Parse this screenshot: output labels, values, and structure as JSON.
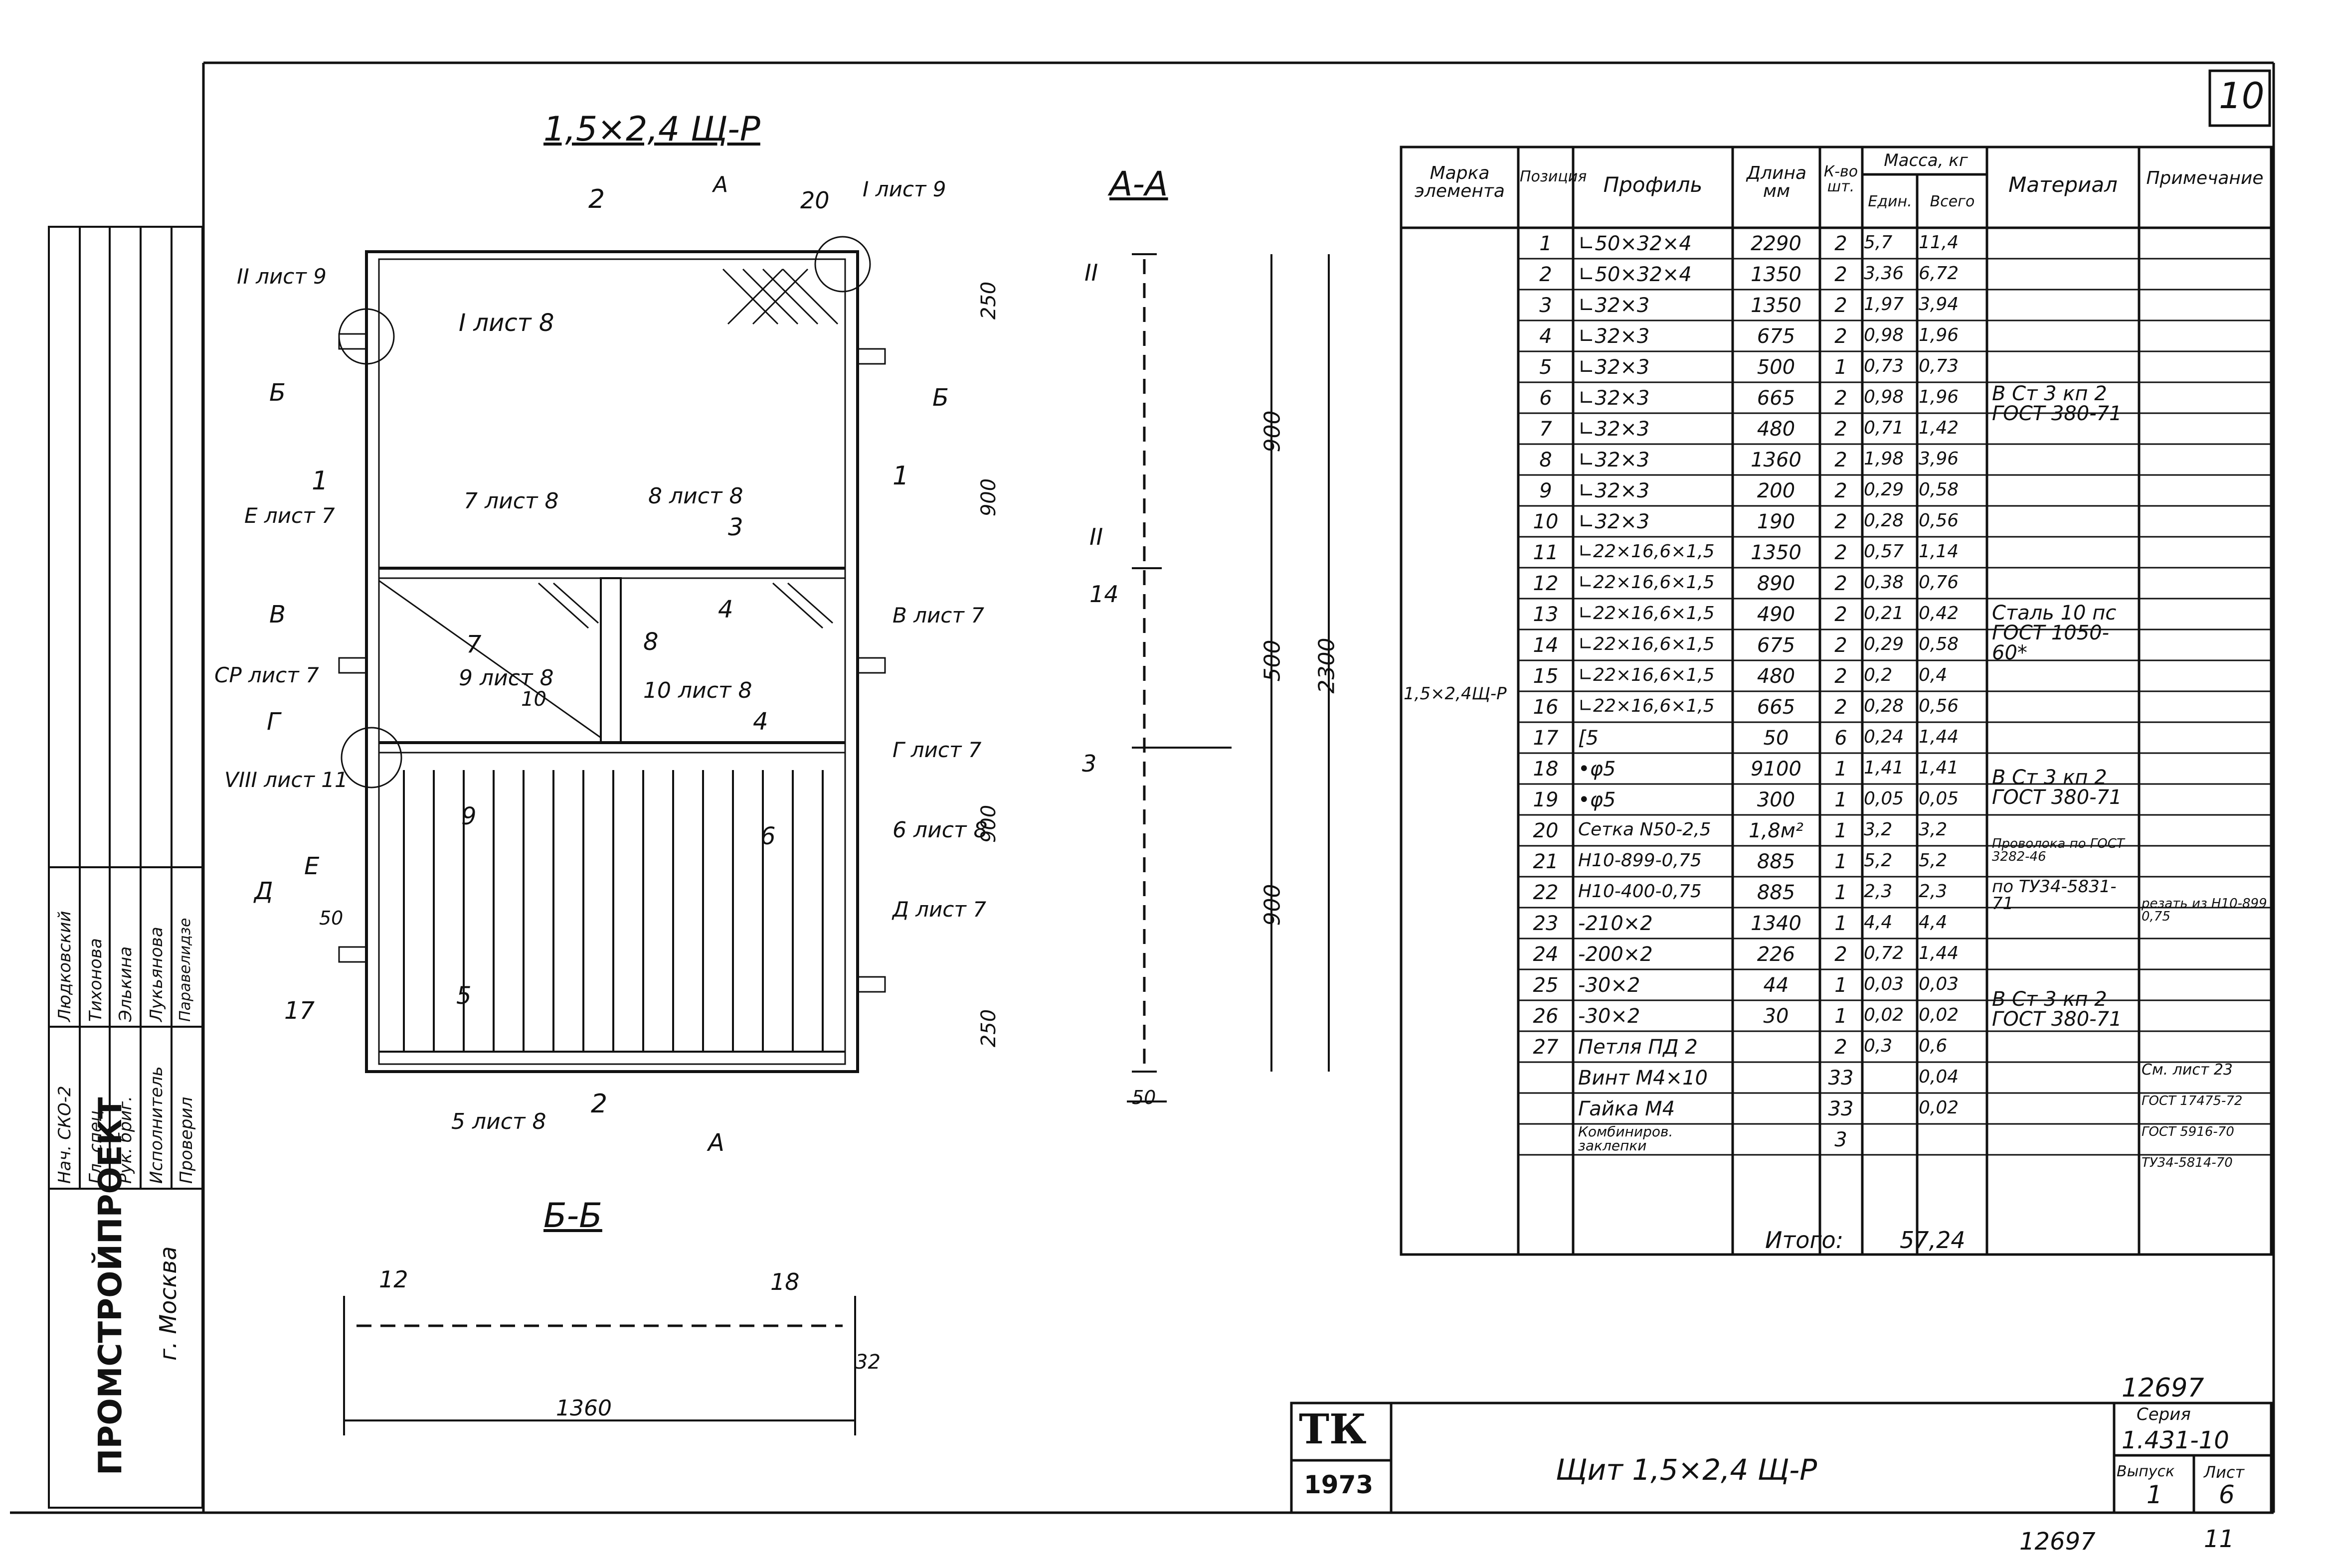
{
  "sheet": {
    "page_number": "10",
    "drawing_title": "1,5×2,4 Щ-Р",
    "title_block": {
      "logo_tk": "ТК",
      "year": "1973",
      "name": "Щит 1,5×2,4 Щ-Р",
      "doc_number": "12697",
      "series_label": "Серия",
      "series_value": "1.431-10",
      "issue_label": "Выпуск",
      "issue_value": "1",
      "sheet_label": "Лист",
      "sheet_value": "6",
      "bottom_number": "12697",
      "bottom_sheet": "11"
    },
    "org": {
      "name": "ПРОМСТРОЙПРОЕКТ",
      "city": "г. Москва"
    },
    "signatures": {
      "roles": [
        "Нач. СКО-2",
        "Гл. спец.",
        "Рук. бриг.",
        "Исполнитель",
        "Проверил"
      ],
      "names": [
        "Людковский",
        "Тихонова",
        "Элькина",
        "Лукьянова",
        "Паравелидзе"
      ]
    },
    "views": {
      "section_aa": "А-А",
      "section_bb": "Б-Б"
    },
    "front_view": {
      "section_marks": [
        "I",
        "А",
        "Б",
        "Б",
        "В",
        "В",
        "Г",
        "Г",
        "Д",
        "Д",
        "Е",
        "Е",
        "А"
      ],
      "callouts": [
        {
          "text": "I лист 9",
          "id": "c1"
        },
        {
          "text": "II лист 9",
          "id": "c2"
        },
        {
          "text": "I лист 8",
          "id": "c3"
        },
        {
          "text": "Е лист 7",
          "id": "c4"
        },
        {
          "text": "7 лист 8",
          "id": "c5"
        },
        {
          "text": "8 лист 8",
          "id": "c6"
        },
        {
          "text": "В лист 7",
          "id": "c7"
        },
        {
          "text": "СР лист 7",
          "id": "c8"
        },
        {
          "text": "9 лист 8",
          "id": "c9"
        },
        {
          "text": "10 лист 8",
          "id": "c10"
        },
        {
          "text": "Г лист 7",
          "id": "c11"
        },
        {
          "text": "VIII лист 11",
          "id": "c12"
        },
        {
          "text": "6 лист 8",
          "id": "c13"
        },
        {
          "text": "Д лист 7",
          "id": "c14"
        },
        {
          "text": "5 лист 8",
          "id": "c15"
        }
      ],
      "positions": [
        "1",
        "1",
        "2",
        "2",
        "3",
        "4",
        "4",
        "5",
        "6",
        "7",
        "5",
        "8",
        "9",
        "10",
        "17",
        "20"
      ],
      "dims_right": [
        "250",
        "900",
        "900",
        "250"
      ],
      "small_dim": "50"
    },
    "section_aa_view": {
      "labels": [
        "II",
        "II",
        "14",
        "3"
      ],
      "dims": [
        "900",
        "500",
        "900",
        "2300"
      ],
      "bottom_dim": "50"
    },
    "section_bb_view": {
      "labels": [
        "12",
        "18"
      ],
      "dims": [
        "1360",
        "32"
      ]
    }
  },
  "spec_table": {
    "headers": {
      "mark": "Марка элемента",
      "pos": "Позиция",
      "profile": "Профиль",
      "length": "Длина мм",
      "qty": "К-во шт.",
      "mass": "Масса, кг",
      "mass_unit": "Един.",
      "mass_total": "Всего",
      "material": "Материал",
      "note": "Примечание"
    },
    "element_mark": "1,5×2,4Щ-Р",
    "rows": [
      {
        "pos": "1",
        "profile": "∟50×32×4",
        "length": "2290",
        "qty": "2",
        "unit": "5,7",
        "total": "11,4"
      },
      {
        "pos": "2",
        "profile": "∟50×32×4",
        "length": "1350",
        "qty": "2",
        "unit": "3,36",
        "total": "6,72"
      },
      {
        "pos": "3",
        "profile": "∟32×3",
        "length": "1350",
        "qty": "2",
        "unit": "1,97",
        "total": "3,94"
      },
      {
        "pos": "4",
        "profile": "∟32×3",
        "length": "675",
        "qty": "2",
        "unit": "0,98",
        "total": "1,96"
      },
      {
        "pos": "5",
        "profile": "∟32×3",
        "length": "500",
        "qty": "1",
        "unit": "0,73",
        "total": "0,73"
      },
      {
        "pos": "6",
        "profile": "∟32×3",
        "length": "665",
        "qty": "2",
        "unit": "0,98",
        "total": "1,96"
      },
      {
        "pos": "7",
        "profile": "∟32×3",
        "length": "480",
        "qty": "2",
        "unit": "0,71",
        "total": "1,42"
      },
      {
        "pos": "8",
        "profile": "∟32×3",
        "length": "1360",
        "qty": "2",
        "unit": "1,98",
        "total": "3,96"
      },
      {
        "pos": "9",
        "profile": "∟32×3",
        "length": "200",
        "qty": "2",
        "unit": "0,29",
        "total": "0,58"
      },
      {
        "pos": "10",
        "profile": "∟32×3",
        "length": "190",
        "qty": "2",
        "unit": "0,28",
        "total": "0,56"
      },
      {
        "pos": "11",
        "profile": "∟22×16,6×1,5",
        "length": "1350",
        "qty": "2",
        "unit": "0,57",
        "total": "1,14"
      },
      {
        "pos": "12",
        "profile": "∟22×16,6×1,5",
        "length": "890",
        "qty": "2",
        "unit": "0,38",
        "total": "0,76"
      },
      {
        "pos": "13",
        "profile": "∟22×16,6×1,5",
        "length": "490",
        "qty": "2",
        "unit": "0,21",
        "total": "0,42"
      },
      {
        "pos": "14",
        "profile": "∟22×16,6×1,5",
        "length": "675",
        "qty": "2",
        "unit": "0,29",
        "total": "0,58"
      },
      {
        "pos": "15",
        "profile": "∟22×16,6×1,5",
        "length": "480",
        "qty": "2",
        "unit": "0,2",
        "total": "0,4"
      },
      {
        "pos": "16",
        "profile": "∟22×16,6×1,5",
        "length": "665",
        "qty": "2",
        "unit": "0,28",
        "total": "0,56"
      },
      {
        "pos": "17",
        "profile": "[5",
        "length": "50",
        "qty": "6",
        "unit": "0,24",
        "total": "1,44"
      },
      {
        "pos": "18",
        "profile": "•φ5",
        "length": "9100",
        "qty": "1",
        "unit": "1,41",
        "total": "1,41"
      },
      {
        "pos": "19",
        "profile": "•φ5",
        "length": "300",
        "qty": "1",
        "unit": "0,05",
        "total": "0,05"
      },
      {
        "pos": "20",
        "profile": "Сетка N50-2,5",
        "length": "1,8м²",
        "qty": "1",
        "unit": "3,2",
        "total": "3,2"
      },
      {
        "pos": "21",
        "profile": "Н10-899-0,75",
        "length": "885",
        "qty": "1",
        "unit": "5,2",
        "total": "5,2"
      },
      {
        "pos": "22",
        "profile": "Н10-400-0,75",
        "length": "885",
        "qty": "1",
        "unit": "2,3",
        "total": "2,3"
      },
      {
        "pos": "23",
        "profile": "-210×2",
        "length": "1340",
        "qty": "1",
        "unit": "4,4",
        "total": "4,4"
      },
      {
        "pos": "24",
        "profile": "-200×2",
        "length": "226",
        "qty": "2",
        "unit": "0,72",
        "total": "1,44"
      },
      {
        "pos": "25",
        "profile": "-30×2",
        "length": "44",
        "qty": "1",
        "unit": "0,03",
        "total": "0,03"
      },
      {
        "pos": "26",
        "profile": "-30×2",
        "length": "30",
        "qty": "1",
        "unit": "0,02",
        "total": "0,02"
      },
      {
        "pos": "27",
        "profile": "Петля ПД 2",
        "length": "",
        "qty": "2",
        "unit": "0,3",
        "total": "0,6"
      },
      {
        "pos": "",
        "profile": "Винт М4×10",
        "length": "",
        "qty": "33",
        "unit": "",
        "total": "0,04"
      },
      {
        "pos": "",
        "profile": "Гайка М4",
        "length": "",
        "qty": "33",
        "unit": "",
        "total": "0,02"
      },
      {
        "pos": "",
        "profile": "Комбиниров. заклепки",
        "length": "",
        "qty": "3",
        "unit": "",
        "total": ""
      }
    ],
    "materials": [
      {
        "text": "В Ст 3 кп 2 ГОСТ 380-71",
        "id": "m1"
      },
      {
        "text": "Сталь 10 пс ГОСТ 1050-60*",
        "id": "m2"
      },
      {
        "text": "В Ст 3 кп 2 ГОСТ 380-71",
        "id": "m3"
      },
      {
        "text": "Проволока по ГОСТ 3282-46",
        "id": "m4"
      },
      {
        "text": "по ТУ34-5831-71",
        "id": "m5"
      },
      {
        "text": "В Ст 3 кп 2 ГОСТ 380-71",
        "id": "m6"
      }
    ],
    "notes": [
      {
        "text": "резать из Н10-899 0,75",
        "row": 21
      },
      {
        "text": "См. лист 23",
        "row": 26
      },
      {
        "text": "ГОСТ 17475-72",
        "row": 27
      },
      {
        "text": "ГОСТ 5916-70",
        "row": 28
      },
      {
        "text": "ТУ34-5814-70",
        "row": 29
      }
    ],
    "total_label": "Итого:",
    "total_value": "57,24"
  }
}
